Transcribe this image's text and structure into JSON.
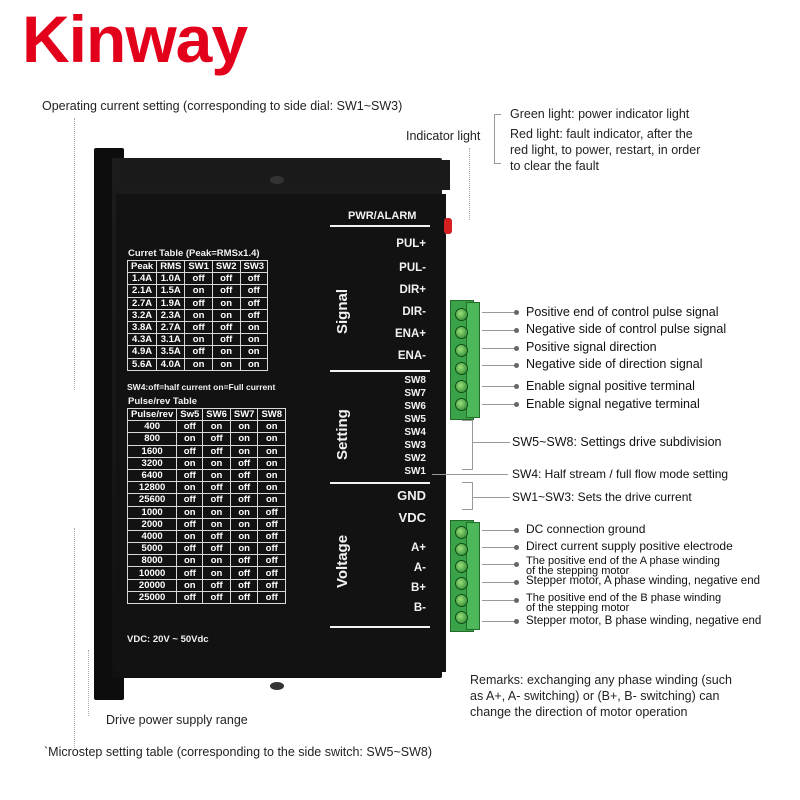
{
  "brand": "Kinway",
  "top_note": "Operating current setting (corresponding to side  dial: SW1~SW3)",
  "indicator": {
    "label": "Indicator light",
    "green": "Green light: power indicator light",
    "red_1": "Red light: fault indicator, after the",
    "red_2": "red light, to power, restart, in order",
    "red_3": "to clear the fault"
  },
  "device": {
    "pwr_alarm": "PWR/ALARM",
    "signal_section": "Signal",
    "setting_section": "Setting",
    "voltage_section": "Voltage",
    "signal_pins": [
      "PUL+",
      "PUL-",
      "DIR+",
      "DIR-",
      "ENA+",
      "ENA-"
    ],
    "switches": [
      "SW8",
      "SW7",
      "SW6",
      "SW5",
      "SW4",
      "SW3",
      "SW2",
      "SW1"
    ],
    "power_pins": [
      "GND",
      "VDC"
    ],
    "motor_pins": [
      "A+",
      "A-",
      "B+",
      "B-"
    ],
    "current_table": {
      "title": "Curret Table (Peak=RMSx1.4)",
      "headers": [
        "Peak",
        "RMS",
        "SW1",
        "SW2",
        "SW3"
      ],
      "rows": [
        [
          "1.4A",
          "1.0A",
          "off",
          "off",
          "off"
        ],
        [
          "2.1A",
          "1.5A",
          "on",
          "off",
          "off"
        ],
        [
          "2.7A",
          "1.9A",
          "off",
          "on",
          "off"
        ],
        [
          "3.2A",
          "2.3A",
          "on",
          "on",
          "off"
        ],
        [
          "3.8A",
          "2.7A",
          "off",
          "off",
          "on"
        ],
        [
          "4.3A",
          "3.1A",
          "on",
          "off",
          "on"
        ],
        [
          "4.9A",
          "3.5A",
          "off",
          "on",
          "on"
        ],
        [
          "5.6A",
          "4.0A",
          "on",
          "on",
          "on"
        ]
      ],
      "footnote": "SW4:off=half current on=Full current"
    },
    "pulse_table": {
      "title": "Pulse/rev Table",
      "headers": [
        "Pulse/rev",
        "Sw5",
        "SW6",
        "SW7",
        "SW8"
      ],
      "rows": [
        [
          "400",
          "off",
          "on",
          "on",
          "on"
        ],
        [
          "800",
          "on",
          "off",
          "on",
          "on"
        ],
        [
          "1600",
          "off",
          "off",
          "on",
          "on"
        ],
        [
          "3200",
          "on",
          "on",
          "off",
          "on"
        ],
        [
          "6400",
          "off",
          "on",
          "off",
          "on"
        ],
        [
          "12800",
          "on",
          "off",
          "off",
          "on"
        ],
        [
          "25600",
          "off",
          "off",
          "off",
          "on"
        ],
        [
          "1000",
          "on",
          "on",
          "on",
          "off"
        ],
        [
          "2000",
          "off",
          "on",
          "on",
          "off"
        ],
        [
          "4000",
          "on",
          "off",
          "on",
          "off"
        ],
        [
          "5000",
          "off",
          "off",
          "on",
          "off"
        ],
        [
          "8000",
          "on",
          "on",
          "off",
          "off"
        ],
        [
          "10000",
          "off",
          "on",
          "off",
          "off"
        ],
        [
          "20000",
          "on",
          "off",
          "off",
          "off"
        ],
        [
          "25000",
          "off",
          "off",
          "off",
          "off"
        ]
      ],
      "footnote": "VDC: 20V ~ 50Vdc"
    }
  },
  "callouts": {
    "pul_plus": "Positive end of control pulse signal",
    "pul_minus": "Negative side of control pulse signal",
    "dir_plus": "Positive signal direction",
    "dir_minus": "Negative side of direction signal",
    "ena_plus": "Enable signal positive terminal",
    "ena_minus": "Enable signal negative terminal",
    "sw5_8": "SW5~SW8: Settings drive subdivision",
    "sw4": "SW4: Half stream / full flow mode setting",
    "sw1_3": "SW1~SW3: Sets the drive current",
    "gnd": "DC connection ground",
    "vdc": "Direct current supply positive electrode",
    "a_plus_1": "The positive end of the A phase winding",
    "a_plus_2": "of the stepping motor",
    "a_minus": "Stepper motor, A phase winding, negative end",
    "b_plus_1": "The positive end of the B phase winding",
    "b_plus_2": "of the stepping motor",
    "b_minus": "Stepper motor, B phase winding, negative end"
  },
  "remarks": {
    "line1": "Remarks: exchanging any phase winding (such",
    "line2": "as A+, A- switching) or (B+, B- switching) can",
    "line3": "change the direction of motor operation"
  },
  "supply_range": "Drive power supply range",
  "microstep_note": "`Microstep setting table (corresponding to the side switch: SW5~SW8)"
}
